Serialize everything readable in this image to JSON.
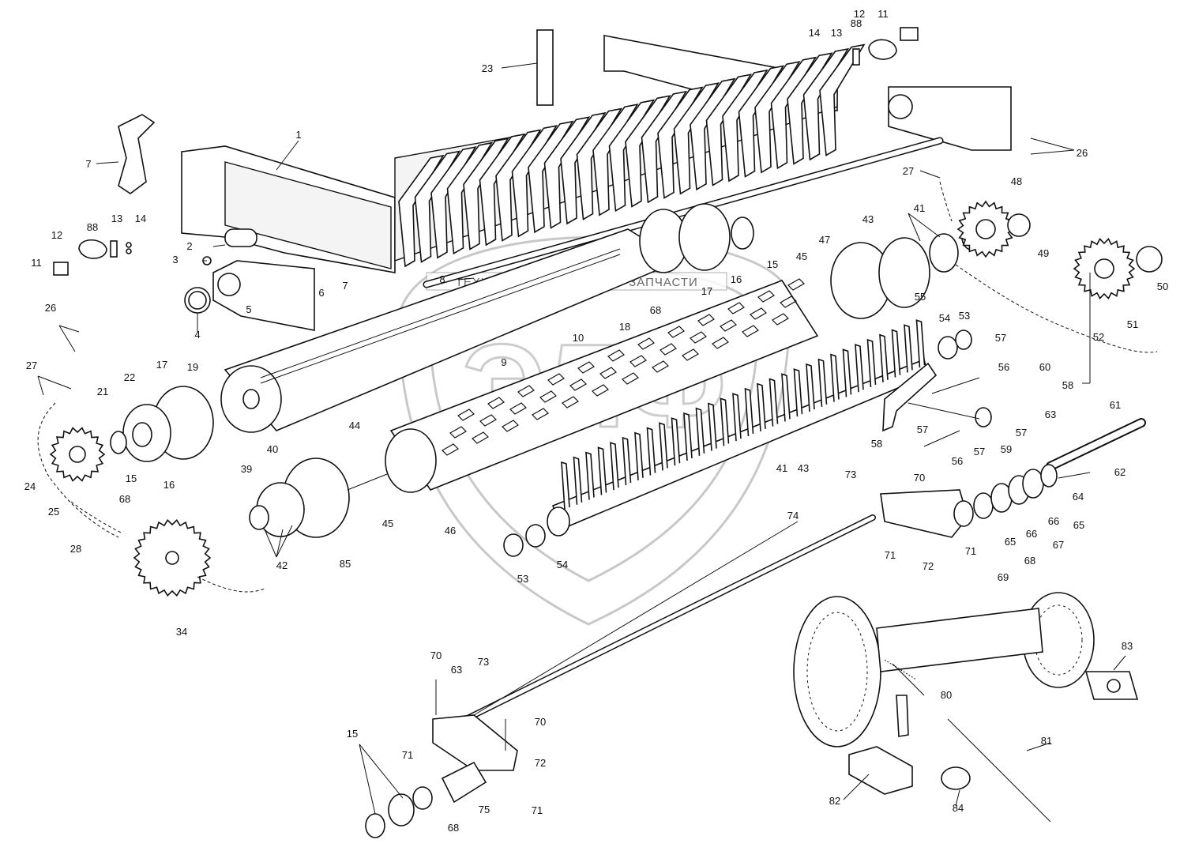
{
  "watermark": {
    "left_text": "ТЕХНИКА",
    "right_text": "ЗАПЧАСТИ",
    "gear_icon": "gear-icon",
    "logo_icon": "ufo-shield-logo-icon",
    "emblem_letters": "ЭЛФ"
  },
  "callouts": [
    {
      "id": "c1",
      "text": "1"
    },
    {
      "id": "c2",
      "text": "2"
    },
    {
      "id": "c3",
      "text": "3"
    },
    {
      "id": "c4",
      "text": "4"
    },
    {
      "id": "c5",
      "text": "5"
    },
    {
      "id": "c6",
      "text": "6"
    },
    {
      "id": "c7a",
      "text": "7"
    },
    {
      "id": "c7b",
      "text": "7"
    },
    {
      "id": "c8",
      "text": "8"
    },
    {
      "id": "c9",
      "text": "9"
    },
    {
      "id": "c10",
      "text": "10"
    },
    {
      "id": "c11a",
      "text": "11"
    },
    {
      "id": "c11b",
      "text": "11"
    },
    {
      "id": "c12a",
      "text": "12"
    },
    {
      "id": "c12b",
      "text": "12"
    },
    {
      "id": "c13a",
      "text": "13"
    },
    {
      "id": "c13b",
      "text": "13"
    },
    {
      "id": "c14a",
      "text": "14"
    },
    {
      "id": "c14b",
      "text": "14"
    },
    {
      "id": "c15a",
      "text": "15"
    },
    {
      "id": "c15b",
      "text": "15"
    },
    {
      "id": "c15c",
      "text": "15"
    },
    {
      "id": "c16a",
      "text": "16"
    },
    {
      "id": "c16b",
      "text": "16"
    },
    {
      "id": "c17a",
      "text": "17"
    },
    {
      "id": "c17b",
      "text": "17"
    },
    {
      "id": "c18",
      "text": "18"
    },
    {
      "id": "c19",
      "text": "19"
    },
    {
      "id": "c21",
      "text": "21"
    },
    {
      "id": "c22",
      "text": "22"
    },
    {
      "id": "c23",
      "text": "23"
    },
    {
      "id": "c24",
      "text": "24"
    },
    {
      "id": "c25",
      "text": "25"
    },
    {
      "id": "c26a",
      "text": "26"
    },
    {
      "id": "c26b",
      "text": "26"
    },
    {
      "id": "c27a",
      "text": "27"
    },
    {
      "id": "c27b",
      "text": "27"
    },
    {
      "id": "c28",
      "text": "28"
    },
    {
      "id": "c34",
      "text": "34"
    },
    {
      "id": "c39",
      "text": "39"
    },
    {
      "id": "c40",
      "text": "40"
    },
    {
      "id": "c41a",
      "text": "41"
    },
    {
      "id": "c41b",
      "text": "41"
    },
    {
      "id": "c42",
      "text": "42"
    },
    {
      "id": "c43a",
      "text": "43"
    },
    {
      "id": "c43b",
      "text": "43"
    },
    {
      "id": "c44",
      "text": "44"
    },
    {
      "id": "c45a",
      "text": "45"
    },
    {
      "id": "c45b",
      "text": "45"
    },
    {
      "id": "c46",
      "text": "46"
    },
    {
      "id": "c47",
      "text": "47"
    },
    {
      "id": "c48",
      "text": "48"
    },
    {
      "id": "c49",
      "text": "49"
    },
    {
      "id": "c50",
      "text": "50"
    },
    {
      "id": "c51",
      "text": "51"
    },
    {
      "id": "c52",
      "text": "52"
    },
    {
      "id": "c53a",
      "text": "53"
    },
    {
      "id": "c53b",
      "text": "53"
    },
    {
      "id": "c54a",
      "text": "54"
    },
    {
      "id": "c54b",
      "text": "54"
    },
    {
      "id": "c55",
      "text": "55"
    },
    {
      "id": "c56a",
      "text": "56"
    },
    {
      "id": "c56b",
      "text": "56"
    },
    {
      "id": "c57a",
      "text": "57"
    },
    {
      "id": "c57b",
      "text": "57"
    },
    {
      "id": "c57c",
      "text": "57"
    },
    {
      "id": "c57d",
      "text": "57"
    },
    {
      "id": "c58a",
      "text": "58"
    },
    {
      "id": "c58b",
      "text": "58"
    },
    {
      "id": "c59",
      "text": "59"
    },
    {
      "id": "c60",
      "text": "60"
    },
    {
      "id": "c61",
      "text": "61"
    },
    {
      "id": "c62",
      "text": "62"
    },
    {
      "id": "c63a",
      "text": "63"
    },
    {
      "id": "c63b",
      "text": "63"
    },
    {
      "id": "c64",
      "text": "64"
    },
    {
      "id": "c65a",
      "text": "65"
    },
    {
      "id": "c65b",
      "text": "65"
    },
    {
      "id": "c66a",
      "text": "66"
    },
    {
      "id": "c66b",
      "text": "66"
    },
    {
      "id": "c67",
      "text": "67"
    },
    {
      "id": "c68a",
      "text": "68"
    },
    {
      "id": "c68b",
      "text": "68"
    },
    {
      "id": "c68c",
      "text": "68"
    },
    {
      "id": "c68d",
      "text": "68"
    },
    {
      "id": "c69",
      "text": "69"
    },
    {
      "id": "c70a",
      "text": "70"
    },
    {
      "id": "c70b",
      "text": "70"
    },
    {
      "id": "c70c",
      "text": "70"
    },
    {
      "id": "c71a",
      "text": "71"
    },
    {
      "id": "c71b",
      "text": "71"
    },
    {
      "id": "c71c",
      "text": "71"
    },
    {
      "id": "c71d",
      "text": "71"
    },
    {
      "id": "c72a",
      "text": "72"
    },
    {
      "id": "c72b",
      "text": "72"
    },
    {
      "id": "c73a",
      "text": "73"
    },
    {
      "id": "c73b",
      "text": "73"
    },
    {
      "id": "c74",
      "text": "74"
    },
    {
      "id": "c75",
      "text": "75"
    },
    {
      "id": "c80",
      "text": "80"
    },
    {
      "id": "c81",
      "text": "81"
    },
    {
      "id": "c82",
      "text": "82"
    },
    {
      "id": "c83",
      "text": "83"
    },
    {
      "id": "c84",
      "text": "84"
    },
    {
      "id": "c85",
      "text": "85"
    },
    {
      "id": "c88a",
      "text": "88"
    },
    {
      "id": "c88b",
      "text": "88"
    }
  ]
}
